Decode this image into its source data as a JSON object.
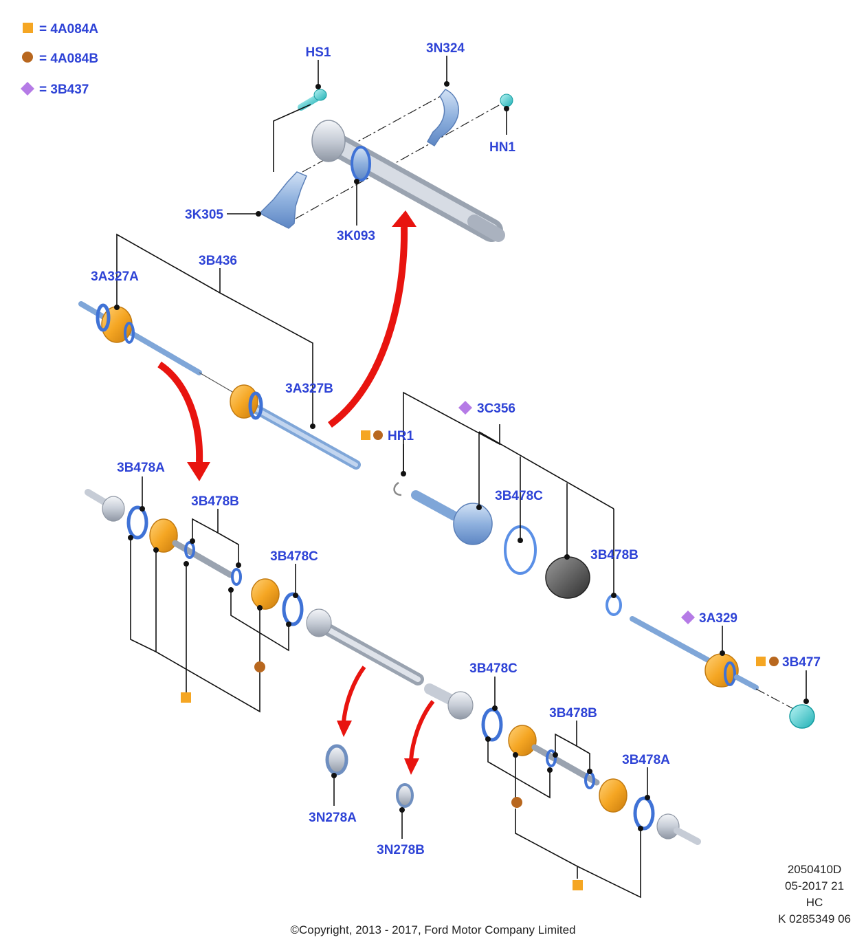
{
  "legend": [
    {
      "symbol": "orange-square",
      "text": "= 4A084A"
    },
    {
      "symbol": "brown-circle",
      "text": "= 4A084B"
    },
    {
      "symbol": "purple-diamond",
      "text": "= 3B437"
    }
  ],
  "labels": {
    "hs1": "HS1",
    "n3n324": "3N324",
    "hn1": "HN1",
    "n3k305": "3K305",
    "n3k093": "3K093",
    "n3b436": "3B436",
    "n3a327a": "3A327A",
    "n3a327b": "3A327B",
    "n3c356": "3C356",
    "hr1": "HR1",
    "n3b478c_r": "3B478C",
    "n3b478b_r": "3B478B",
    "n3a329": "3A329",
    "n3b477": "3B477",
    "n3b478a_l": "3B478A",
    "n3b478b_l": "3B478B",
    "n3b478c_l": "3B478C",
    "n3b478c_m": "3B478C",
    "n3b478b_m": "3B478B",
    "n3b478a_m": "3B478A",
    "n3n278a": "3N278A",
    "n3n278b": "3N278B"
  },
  "meta": {
    "line1": "2050410D",
    "line2": "05-2017 21",
    "line3": "HC",
    "line4": "K 0285349 06"
  },
  "copyright": "©Copyright, 2013 - 2017, Ford Motor Company Limited",
  "colors": {
    "label": "#2e43d6",
    "orange": "#f5a623",
    "brown": "#b8671e",
    "purple": "#b57be6",
    "arrow": "#e8140f",
    "part_blue": "#7fa6d8",
    "ring_blue": "#3f72d6",
    "cyan": "#3fd6d6"
  }
}
